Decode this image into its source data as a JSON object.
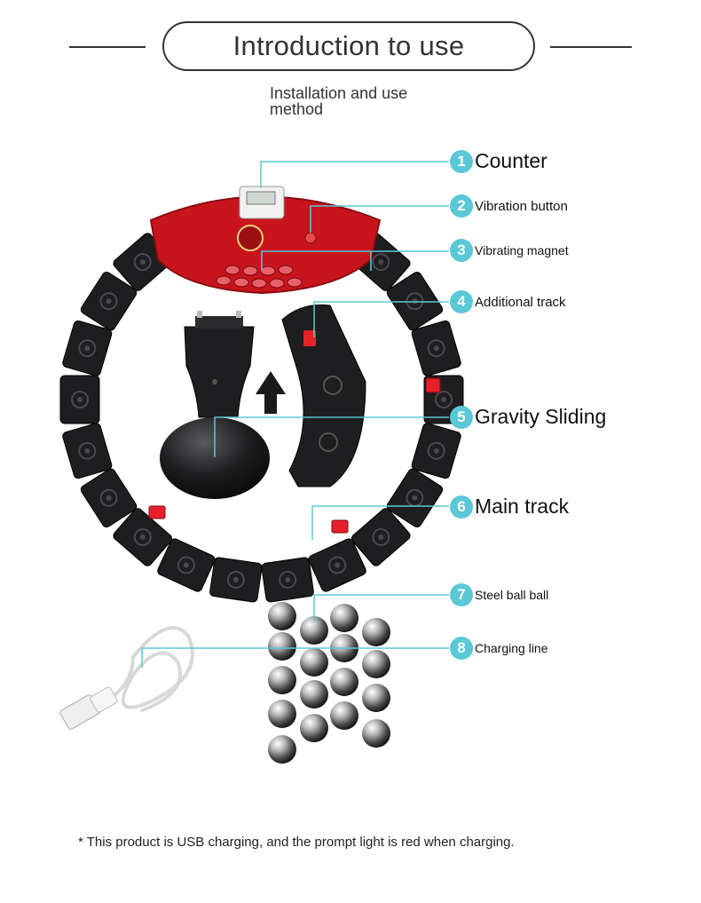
{
  "header": {
    "title": "Introduction to use",
    "subtitle": "Installation and use method"
  },
  "colors": {
    "accent": "#5ac8d6",
    "hoop_body": "#1e1e20",
    "counter_housing": "#c8141c",
    "lock_tab": "#e8202a"
  },
  "callouts": [
    {
      "number": "1",
      "label": "Counter"
    },
    {
      "number": "2",
      "label": "Vibration button"
    },
    {
      "number": "3",
      "label": "Vibrating magnet"
    },
    {
      "number": "4",
      "label": "Additional track"
    },
    {
      "number": "5",
      "label": "Gravity Sliding"
    },
    {
      "number": "6",
      "label": "Main track"
    },
    {
      "number": "7",
      "label": "Steel ball ball"
    },
    {
      "number": "8",
      "label": "Charging line"
    }
  ],
  "footnote": "* This product is USB charging, and the prompt light is red when charging."
}
